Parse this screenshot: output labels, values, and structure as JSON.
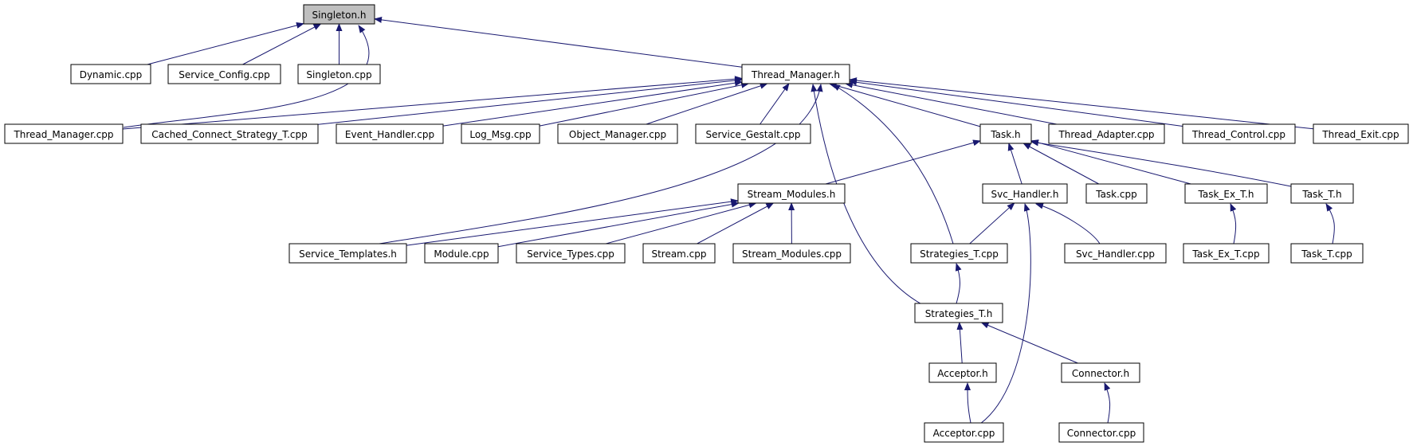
{
  "diagram": {
    "nodes": [
      {
        "id": "singleton_h",
        "label": "Singleton.h",
        "highlight": true
      },
      {
        "id": "dynamic_cpp",
        "label": "Dynamic.cpp"
      },
      {
        "id": "service_config_cpp",
        "label": "Service_Config.cpp"
      },
      {
        "id": "singleton_cpp",
        "label": "Singleton.cpp"
      },
      {
        "id": "thread_manager_h",
        "label": "Thread_Manager.h"
      },
      {
        "id": "thread_manager_cpp",
        "label": "Thread_Manager.cpp"
      },
      {
        "id": "cached_connect_strategy_t_cpp",
        "label": "Cached_Connect_Strategy_T.cpp"
      },
      {
        "id": "event_handler_cpp",
        "label": "Event_Handler.cpp"
      },
      {
        "id": "log_msg_cpp",
        "label": "Log_Msg.cpp"
      },
      {
        "id": "object_manager_cpp",
        "label": "Object_Manager.cpp"
      },
      {
        "id": "service_gestalt_cpp",
        "label": "Service_Gestalt.cpp"
      },
      {
        "id": "task_h",
        "label": "Task.h"
      },
      {
        "id": "thread_adapter_cpp",
        "label": "Thread_Adapter.cpp"
      },
      {
        "id": "thread_control_cpp",
        "label": "Thread_Control.cpp"
      },
      {
        "id": "thread_exit_cpp",
        "label": "Thread_Exit.cpp"
      },
      {
        "id": "stream_modules_h",
        "label": "Stream_Modules.h"
      },
      {
        "id": "svc_handler_h",
        "label": "Svc_Handler.h"
      },
      {
        "id": "task_cpp",
        "label": "Task.cpp"
      },
      {
        "id": "task_ex_t_h",
        "label": "Task_Ex_T.h"
      },
      {
        "id": "task_t_h",
        "label": "Task_T.h"
      },
      {
        "id": "service_templates_h",
        "label": "Service_Templates.h"
      },
      {
        "id": "module_cpp",
        "label": "Module.cpp"
      },
      {
        "id": "service_types_cpp",
        "label": "Service_Types.cpp"
      },
      {
        "id": "stream_cpp",
        "label": "Stream.cpp"
      },
      {
        "id": "stream_modules_cpp",
        "label": "Stream_Modules.cpp"
      },
      {
        "id": "strategies_t_cpp",
        "label": "Strategies_T.cpp"
      },
      {
        "id": "svc_handler_cpp",
        "label": "Svc_Handler.cpp"
      },
      {
        "id": "task_ex_t_cpp",
        "label": "Task_Ex_T.cpp"
      },
      {
        "id": "task_t_cpp",
        "label": "Task_T.cpp"
      },
      {
        "id": "strategies_t_h",
        "label": "Strategies_T.h"
      },
      {
        "id": "acceptor_h",
        "label": "Acceptor.h"
      },
      {
        "id": "connector_h",
        "label": "Connector.h"
      },
      {
        "id": "acceptor_cpp",
        "label": "Acceptor.cpp"
      },
      {
        "id": "connector_cpp",
        "label": "Connector.cpp"
      }
    ],
    "edges": [
      {
        "from": "dynamic_cpp",
        "to": "singleton_h"
      },
      {
        "from": "service_config_cpp",
        "to": "singleton_h"
      },
      {
        "from": "singleton_cpp",
        "to": "singleton_h"
      },
      {
        "from": "thread_manager_cpp",
        "to": "singleton_h"
      },
      {
        "from": "thread_manager_h",
        "to": "singleton_h"
      },
      {
        "from": "thread_manager_cpp",
        "to": "thread_manager_h"
      },
      {
        "from": "cached_connect_strategy_t_cpp",
        "to": "thread_manager_h"
      },
      {
        "from": "event_handler_cpp",
        "to": "thread_manager_h"
      },
      {
        "from": "log_msg_cpp",
        "to": "thread_manager_h"
      },
      {
        "from": "object_manager_cpp",
        "to": "thread_manager_h"
      },
      {
        "from": "service_gestalt_cpp",
        "to": "thread_manager_h"
      },
      {
        "from": "task_h",
        "to": "thread_manager_h"
      },
      {
        "from": "thread_adapter_cpp",
        "to": "thread_manager_h"
      },
      {
        "from": "thread_control_cpp",
        "to": "thread_manager_h"
      },
      {
        "from": "thread_exit_cpp",
        "to": "thread_manager_h"
      },
      {
        "from": "service_templates_h",
        "to": "thread_manager_h"
      },
      {
        "from": "strategies_t_cpp",
        "to": "thread_manager_h"
      },
      {
        "from": "strategies_t_h",
        "to": "thread_manager_h"
      },
      {
        "from": "stream_modules_h",
        "to": "task_h"
      },
      {
        "from": "svc_handler_h",
        "to": "task_h"
      },
      {
        "from": "task_cpp",
        "to": "task_h"
      },
      {
        "from": "task_ex_t_h",
        "to": "task_h"
      },
      {
        "from": "task_t_h",
        "to": "task_h"
      },
      {
        "from": "service_templates_h",
        "to": "stream_modules_h"
      },
      {
        "from": "module_cpp",
        "to": "stream_modules_h"
      },
      {
        "from": "service_types_cpp",
        "to": "stream_modules_h"
      },
      {
        "from": "stream_cpp",
        "to": "stream_modules_h"
      },
      {
        "from": "stream_modules_cpp",
        "to": "stream_modules_h"
      },
      {
        "from": "strategies_t_cpp",
        "to": "svc_handler_h"
      },
      {
        "from": "svc_handler_cpp",
        "to": "svc_handler_h"
      },
      {
        "from": "acceptor_cpp",
        "to": "svc_handler_h"
      },
      {
        "from": "task_ex_t_cpp",
        "to": "task_ex_t_h"
      },
      {
        "from": "task_t_cpp",
        "to": "task_t_h"
      },
      {
        "from": "strategies_t_h",
        "to": "strategies_t_cpp"
      },
      {
        "from": "acceptor_h",
        "to": "strategies_t_h"
      },
      {
        "from": "connector_h",
        "to": "strategies_t_h"
      },
      {
        "from": "acceptor_cpp",
        "to": "acceptor_h"
      },
      {
        "from": "connector_cpp",
        "to": "connector_h"
      }
    ]
  }
}
